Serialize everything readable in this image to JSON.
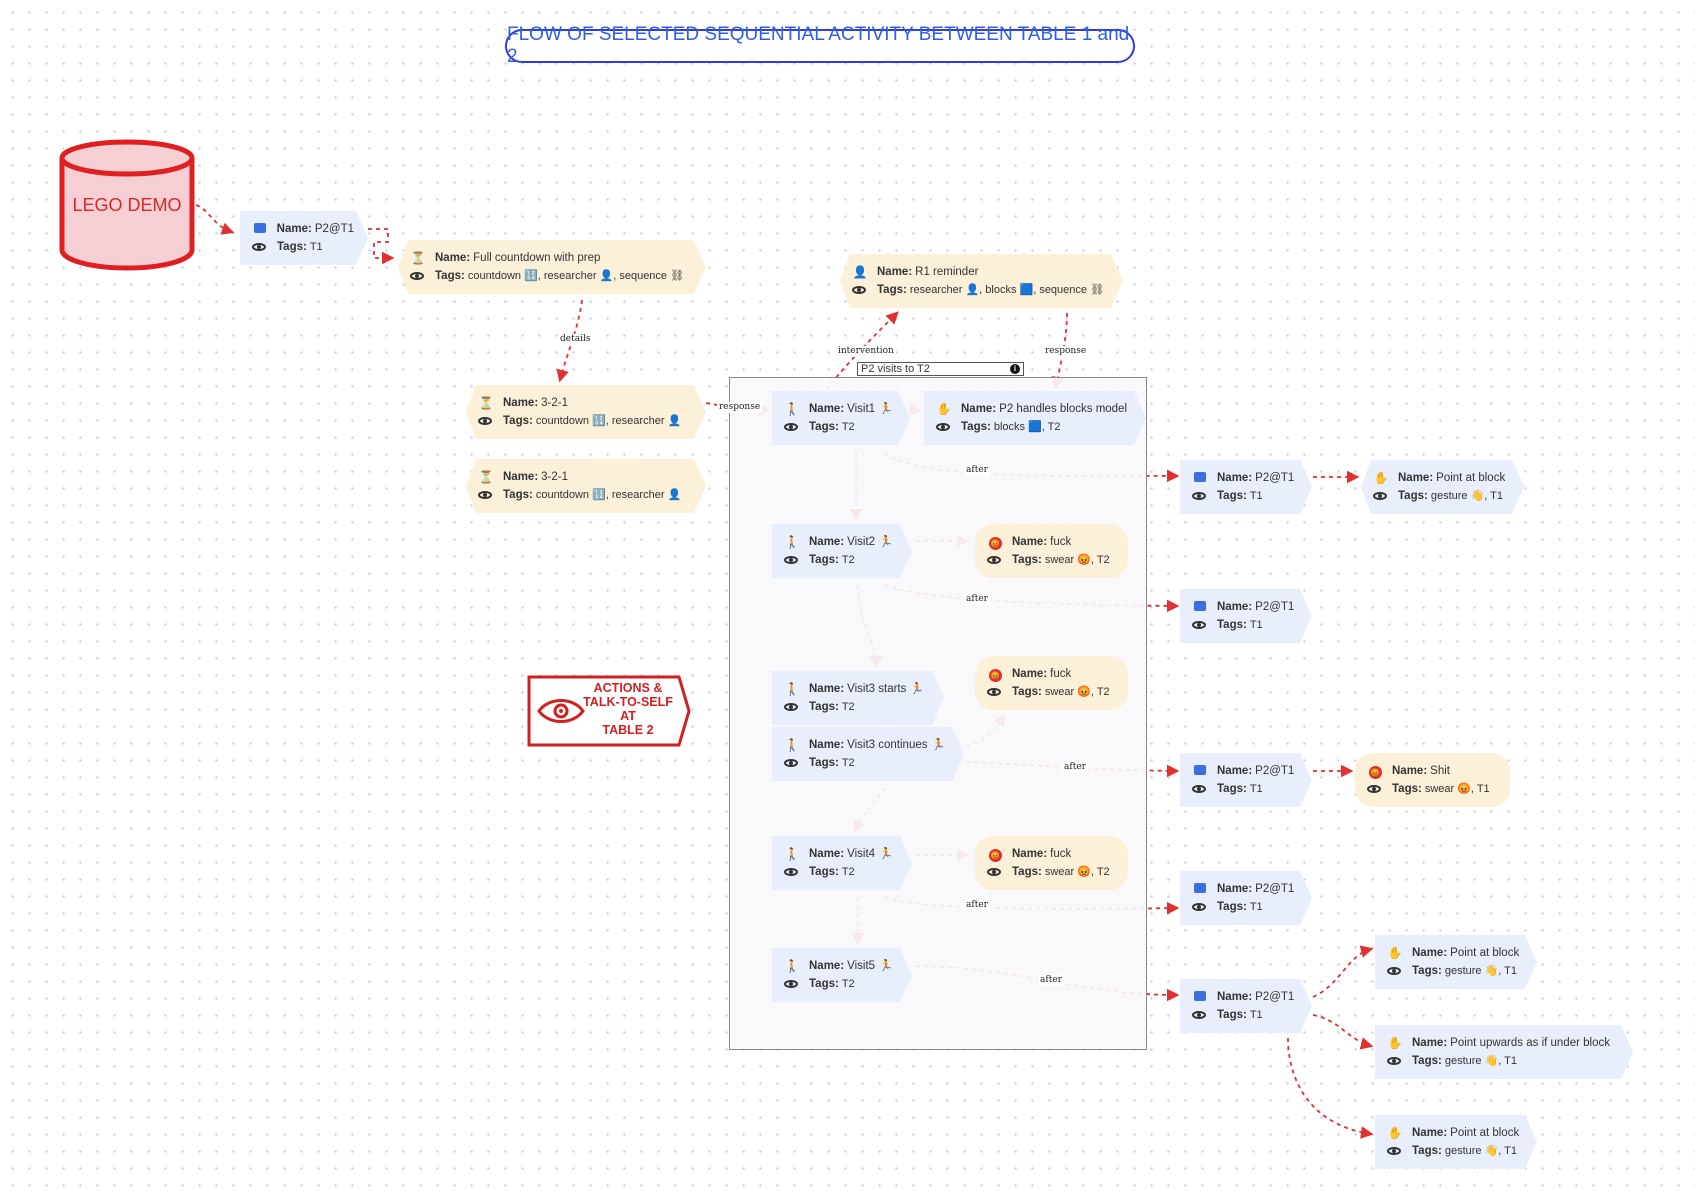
{
  "title": "FLOW OF SELECTED SEQUENTIAL ACTIVITY BETWEEN TABLE 1 and 2",
  "database": {
    "label": "LEGO DEMO"
  },
  "annotation": {
    "line1": "ACTIONS &",
    "line2": "TALK-TO-SELF",
    "line3": "AT",
    "line4": "TABLE 2"
  },
  "group": {
    "title": "P2 visits to T2",
    "info": "i"
  },
  "field_labels": {
    "name": "Name:",
    "tags": "Tags:"
  },
  "nodes": {
    "p2t1_a": {
      "name": "P2@T1",
      "tags": "T1"
    },
    "full_countdown": {
      "name": "Full countdown with prep",
      "tags": "countdown 🔢, researcher 👤, sequence ⛓"
    },
    "r1_reminder": {
      "name": "R1 reminder",
      "tags": "researcher 👤, blocks 🟦, sequence ⛓"
    },
    "count321_a": {
      "name": "3-2-1",
      "tags": "countdown 🔢, researcher 👤"
    },
    "count321_b": {
      "name": "3-2-1",
      "tags": "countdown 🔢, researcher 👤"
    },
    "visit1": {
      "name": "Visit1",
      "tags": "T2"
    },
    "p2_handles": {
      "name": "P2 handles blocks model",
      "tags": "blocks 🟦, T2"
    },
    "p2t1_b": {
      "name": "P2@T1",
      "tags": "T1"
    },
    "point_block_a": {
      "name": "Point at block",
      "tags": "gesture 👋, T1"
    },
    "visit2": {
      "name": "Visit2",
      "tags": "T2"
    },
    "fuck_a": {
      "name": "fuck",
      "tags": "swear 😡, T2"
    },
    "p2t1_c": {
      "name": "P2@T1",
      "tags": "T1"
    },
    "visit3_starts": {
      "name": "Visit3 starts",
      "tags": "T2"
    },
    "fuck_b": {
      "name": "fuck",
      "tags": "swear 😡, T2"
    },
    "visit3_continues": {
      "name": "Visit3 continues",
      "tags": "T2"
    },
    "p2t1_d": {
      "name": "P2@T1",
      "tags": "T1"
    },
    "shit": {
      "name": "Shit",
      "tags": "swear 😡, T1"
    },
    "visit4": {
      "name": "Visit4",
      "tags": "T2"
    },
    "fuck_c": {
      "name": "fuck",
      "tags": "swear 😡, T2"
    },
    "p2t1_e": {
      "name": "P2@T1",
      "tags": "T1"
    },
    "visit5": {
      "name": "Visit5",
      "tags": "T2"
    },
    "p2t1_f": {
      "name": "P2@T1",
      "tags": "T1"
    },
    "point_block_b": {
      "name": "Point at block",
      "tags": "gesture 👋, T1"
    },
    "point_upwards": {
      "name": "Point upwards as if under block",
      "tags": "gesture 👋, T1"
    },
    "point_block_c": {
      "name": "Point at block",
      "tags": "gesture 👋, T1"
    }
  },
  "edge_labels": {
    "details": "details",
    "intervention": "intervention",
    "response_top": "response",
    "response_left": "response",
    "after": "after"
  },
  "colors": {
    "edge": "#e03131",
    "title_border": "#2f3de0",
    "node_blue": "#e8eefb",
    "node_cream": "#fdf0d8",
    "db_fill": "#f5cfd3"
  }
}
